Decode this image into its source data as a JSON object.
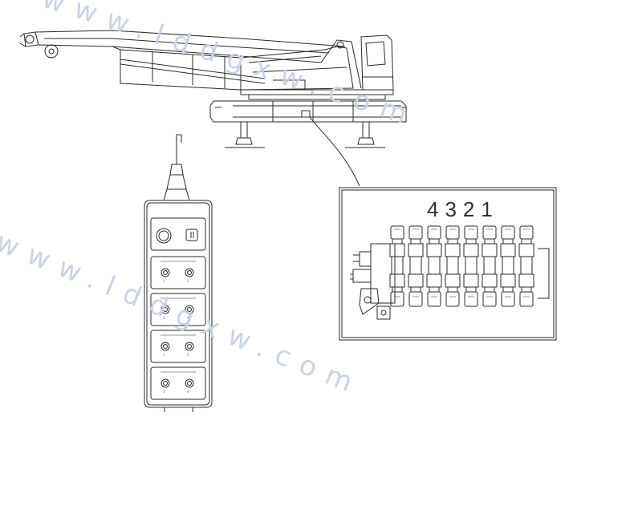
{
  "valve_panel": {
    "numbers_label": "4321",
    "valve_count": 8
  },
  "remote_control": {
    "button_groups": [
      {
        "left_number": "1",
        "right_number": "2"
      },
      {
        "left_number": "3",
        "right_number": "4"
      },
      {
        "left_number": "1",
        "right_number": "2"
      },
      {
        "left_number": "3",
        "right_number": "4"
      }
    ]
  },
  "watermark": {
    "text_top": "www.lddgxw.com",
    "text_mid": "www.lddgxw.com",
    "color": "#c9d3ea"
  },
  "colors": {
    "line": "#2a2a2a",
    "background": "#ffffff"
  }
}
